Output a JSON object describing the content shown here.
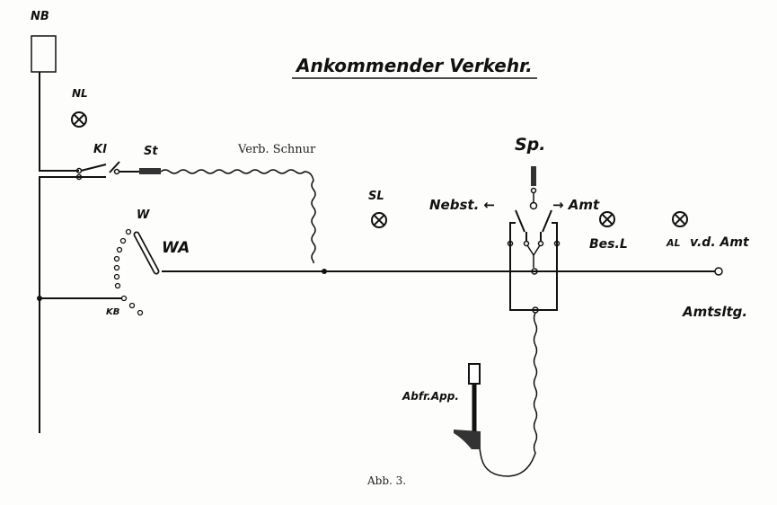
{
  "title": "Ankommender Verkehr.",
  "caption": "Abb. 3.",
  "labels": {
    "nb": "NB",
    "nl": "NL",
    "kl": "Kl",
    "st": "St",
    "verb_schnur": "Verb. Schnur",
    "w": "W",
    "wa": "WA",
    "kb": "KB",
    "sl": "SL",
    "sp": "Sp.",
    "nebst": "Nebst. ←",
    "amt": "→ Amt",
    "besl": "Bes.L",
    "al": "AL",
    "vd_amt": "v.d. Amt",
    "amtsltg": "Amtsltg.",
    "abfr_app": "Abfr.App."
  }
}
